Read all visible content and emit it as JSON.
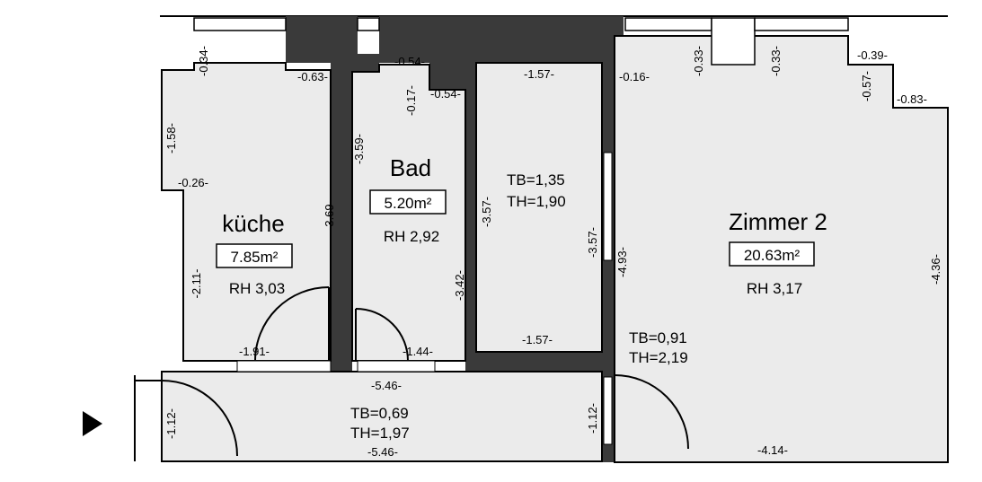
{
  "rooms": {
    "kueche": {
      "name": "küche",
      "area": "7.85m²",
      "rh": "RH 3,03"
    },
    "bad": {
      "name": "Bad",
      "area": "5.20m²",
      "rh": "RH 2,92"
    },
    "abstell": {
      "tb": "TB=1,35",
      "th": "TH=1,90"
    },
    "zimmer2": {
      "name": "Zimmer 2",
      "area": "20.63m²",
      "rh": "RH 3,17"
    },
    "flur": {
      "tb": "TB=0,69",
      "th": "TH=1,97"
    }
  },
  "doors": {
    "zimmer_door": {
      "tb": "TB=0,91",
      "th": "TH=2,19"
    }
  },
  "dims": {
    "k_034": "-0.34-",
    "k_063": "-0.63-",
    "k_158": "-1.58-",
    "k_026": "-0.26-",
    "k_369": "-3.69-",
    "k_211": "-2.11-",
    "k_191": "-1.91-",
    "b_054a": "-0.54-",
    "b_017": "-0.17-",
    "b_054b": "-0.54-",
    "b_359": "-3.59-",
    "b_342": "-3.42-",
    "b_144": "-1.44-",
    "a_157t": "-1.57-",
    "a_357l": "-3.57-",
    "a_357r": "-3.57-",
    "a_157b": "-1.57-",
    "z_016": "-0.16-",
    "z_033a": "-0.33-",
    "z_033b": "-0.33-",
    "z_039": "-0.39-",
    "z_057": "-0.57-",
    "z_083": "-0.83-",
    "z_493": "-4.93-",
    "z_436": "-4.36-",
    "z_414": "-4.14-",
    "f_546t": "-5.46-",
    "f_546b": "-5.46-",
    "f_112l": "-1.12-",
    "f_112r": "-1.12-"
  },
  "icons": {
    "entrance": "entrance-arrow-icon"
  }
}
